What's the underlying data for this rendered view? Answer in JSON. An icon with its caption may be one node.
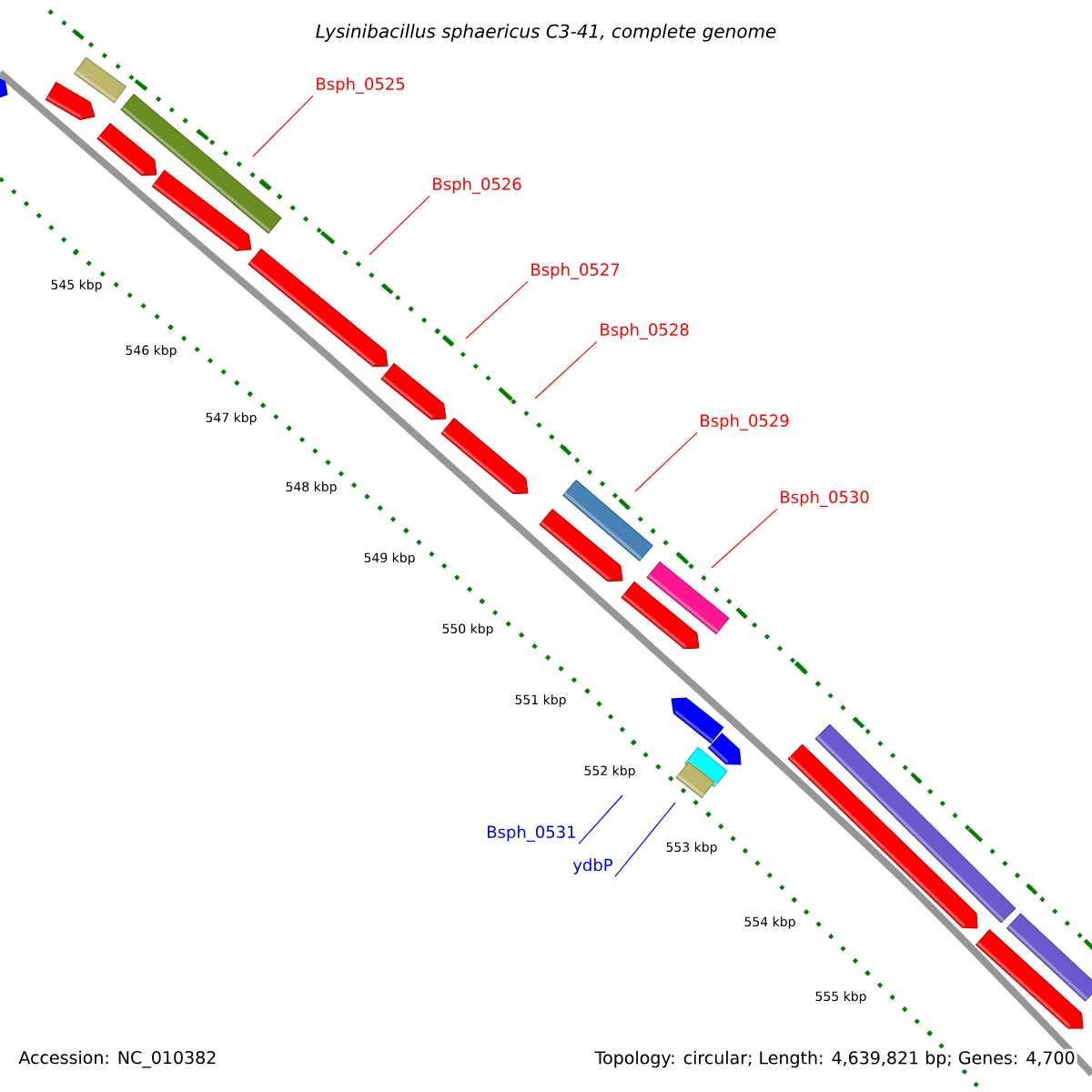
{
  "diagram": {
    "title": "Lysinibacillus sphaericus C3-41, complete genome",
    "nodes": [
      {
        "text": [
          "Bsph_0525"
        ]
      },
      {
        "text": [
          "Bsph_0526"
        ]
      },
      {
        "text": [
          "Bsph_0527"
        ]
      },
      {
        "text": [
          "Bsph_0528"
        ]
      },
      {
        "text": [
          "Bsph_0529"
        ]
      },
      {
        "text": [
          "Bsph_0530"
        ]
      },
      {
        "text": [
          "Bsph_0531"
        ]
      },
      {
        "text": [
          "ydbP"
        ]
      }
    ],
    "edges": [
      {
        "from": 0,
        "to": null,
        "arrow": "none"
      },
      {
        "from": 1,
        "to": null,
        "arrow": "none"
      },
      {
        "from": 2,
        "to": null,
        "arrow": "none"
      },
      {
        "from": 3,
        "to": null,
        "arrow": "none"
      },
      {
        "from": 4,
        "to": null,
        "arrow": "none"
      },
      {
        "from": 5,
        "to": null,
        "arrow": "none"
      },
      {
        "from": 6,
        "to": null,
        "arrow": "none",
        "color": "#0000ff"
      },
      {
        "from": 7,
        "to": null,
        "arrow": "none",
        "color": "#0000ff"
      }
    ],
    "labels": [
      "545 kbp",
      "546 kbp",
      "547 kbp",
      "548 kbp",
      "549 kbp",
      "550 kbp",
      "551 kbp",
      "552 kbp",
      "553 kbp",
      "554 kbp",
      "555 kbp",
      "Accession: NC_010382",
      "Topology: circular; Length: 4,639,821 bp; Genes: 4,700"
    ]
  }
}
